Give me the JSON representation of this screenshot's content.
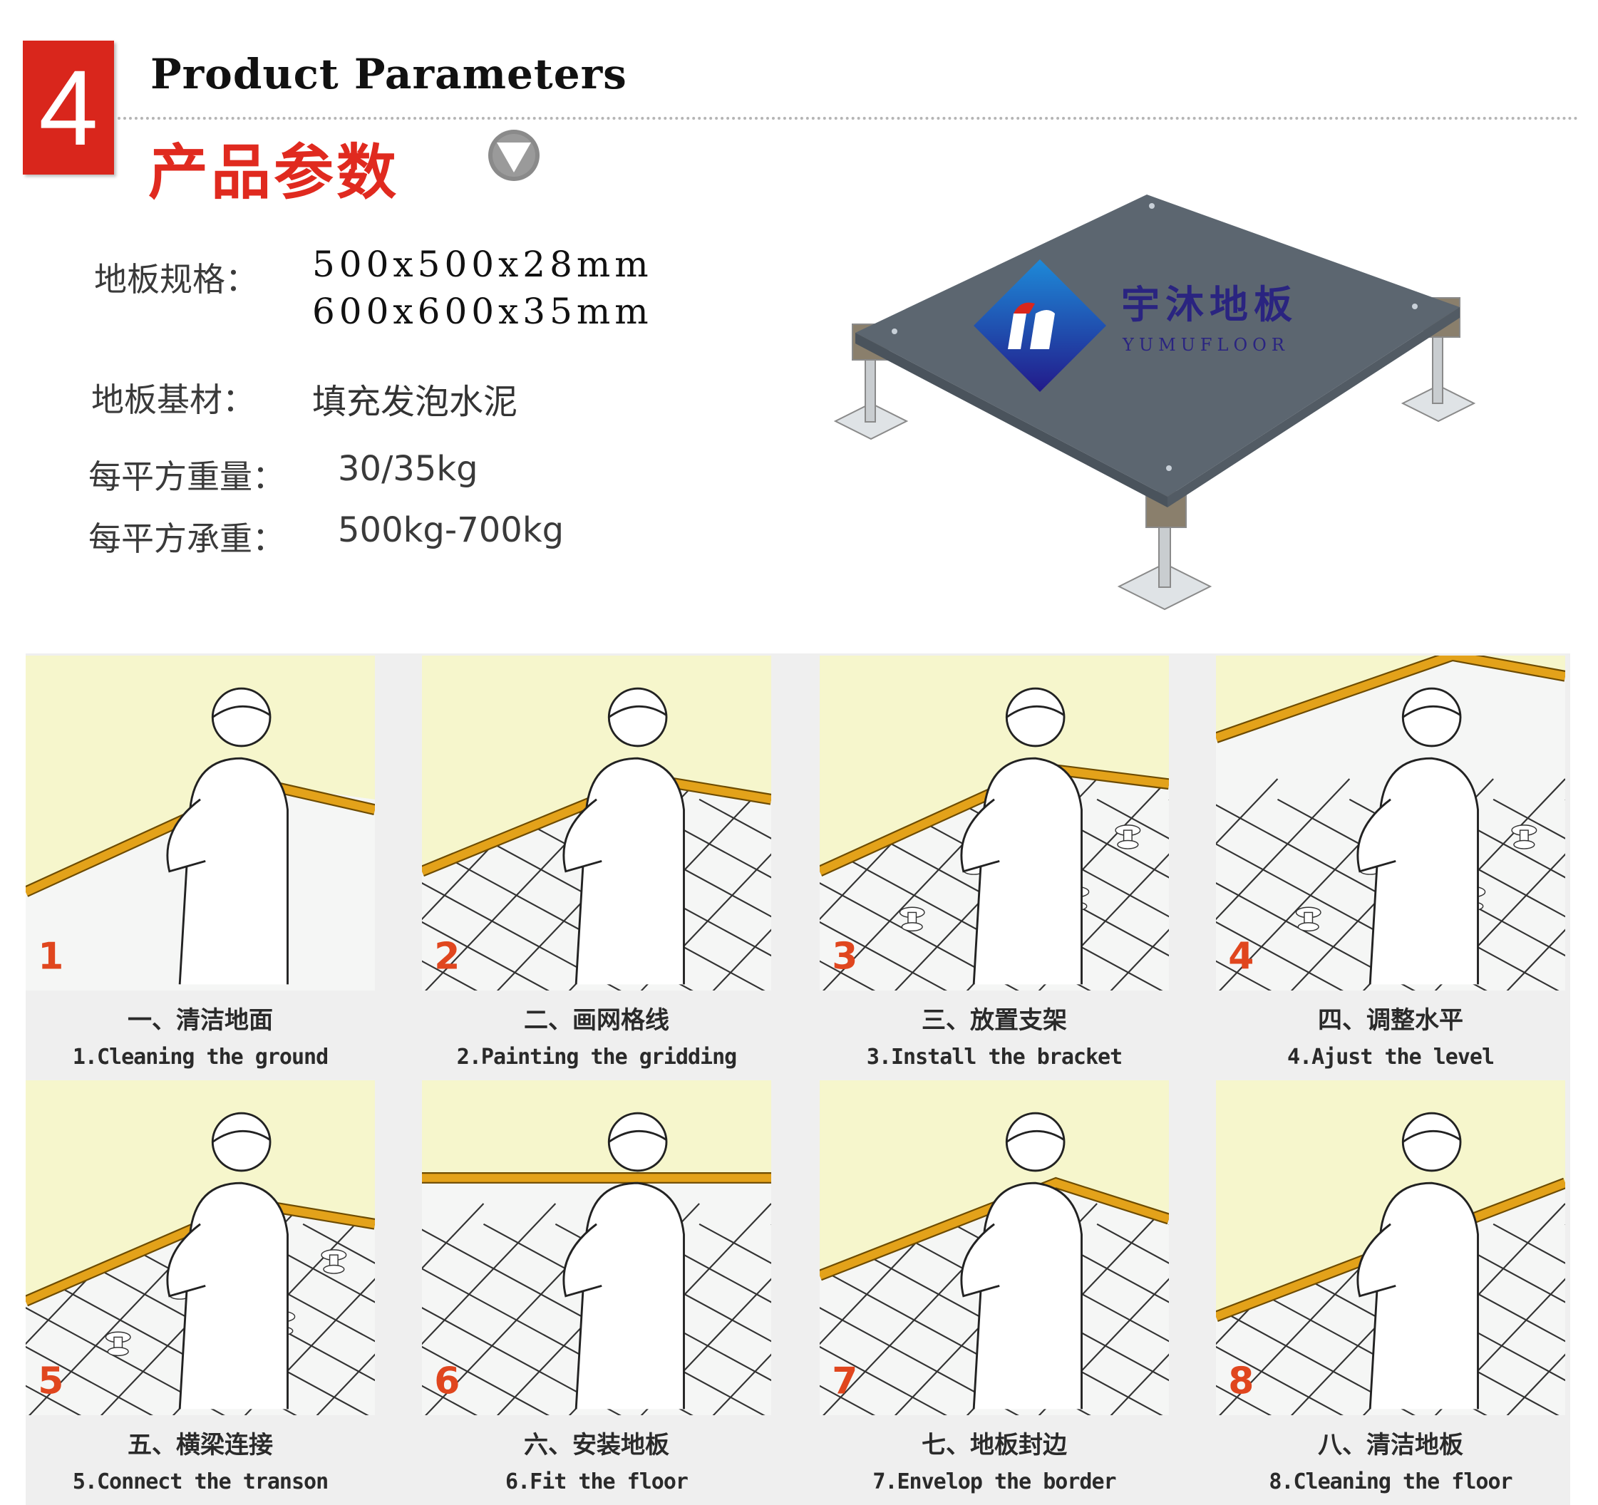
{
  "header": {
    "section_number": "4",
    "title_en": "Product Parameters",
    "title_cn": "产品参数",
    "indicator_icon": "down-triangle-icon"
  },
  "specs": [
    {
      "label": "地板规格：",
      "values": [
        "500x500x28mm",
        "600x600x35mm"
      ]
    },
    {
      "label": "地板基材：",
      "values": [
        "填充发泡水泥"
      ]
    },
    {
      "label": "每平方重量：",
      "values": [
        "30/35kg"
      ]
    },
    {
      "label": "每平方承重：",
      "values": [
        "500kg-700kg"
      ]
    }
  ],
  "product_image": {
    "brand_cn": "宇沐地板",
    "brand_en": "YUMUFLOOR",
    "colors": {
      "panel": "#5c6670",
      "logo_blue": "#1f3fa0",
      "brand_text": "#2a2480"
    }
  },
  "steps": [
    {
      "number": "1",
      "cn": "一、清洁地面",
      "en": "1.Cleaning the ground"
    },
    {
      "number": "2",
      "cn": "二、画网格线",
      "en": "2.Painting the gridding"
    },
    {
      "number": "3",
      "cn": "三、放置支架",
      "en": "3.Install the bracket"
    },
    {
      "number": "4",
      "cn": "四、调整水平",
      "en": "4.Ajust the level"
    },
    {
      "number": "5",
      "cn": "五、横梁连接",
      "en": "5.Connect the transon"
    },
    {
      "number": "6",
      "cn": "六、安装地板",
      "en": "6.Fit the floor"
    },
    {
      "number": "7",
      "cn": "七、地板封边",
      "en": "7.Envelop the border"
    },
    {
      "number": "8",
      "cn": "八、清洁地板",
      "en": "8.Cleaning the floor"
    }
  ],
  "colors": {
    "accent_red": "#d9261c",
    "wall": "#f6f6cc",
    "baseboard": "#e3a21a",
    "step_number": "#e0461e"
  }
}
